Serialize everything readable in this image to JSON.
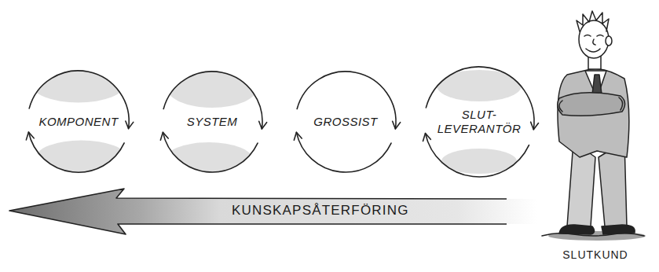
{
  "diagram": {
    "nodes": [
      {
        "text": [
          "KOMPONENT"
        ]
      },
      {
        "text": [
          "SYSTEM"
        ]
      },
      {
        "text": [
          "GROSSIST"
        ]
      },
      {
        "text": [
          "SLUT- LEVERANTÖR"
        ]
      },
      {
        "text": [
          "KUNSKAPSÅTERFÖRING"
        ]
      }
    ],
    "labels": [
      "SLUTKUND"
    ]
  }
}
